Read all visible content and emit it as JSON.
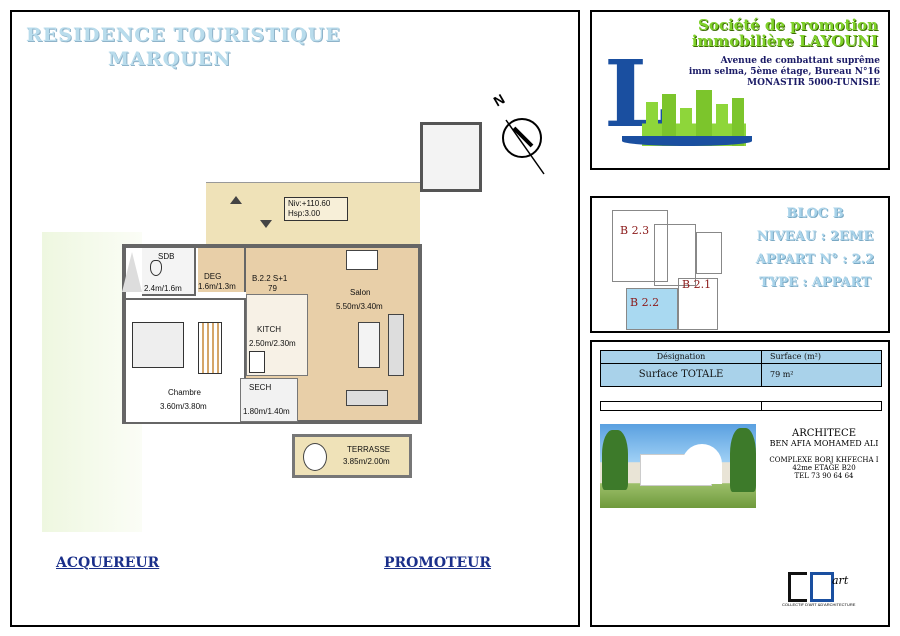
{
  "project": {
    "title_line1": "RESIDENCE TOURISTIQUE",
    "title_line2": "MARQUEN"
  },
  "signatures": {
    "buyer": "ACQUEREUR",
    "promoter": "PROMOTEUR"
  },
  "promoter": {
    "name_line1": "Société de promotion",
    "name_line2": "immobilière LAYOUNI",
    "address": [
      "Avenue de combattant suprême",
      "imm selma, 5ème étage, Bureau N°16",
      "MONASTIR 5000-TUNISIE"
    ],
    "logo_letter": "L"
  },
  "compass": {
    "label": "N"
  },
  "block_info": {
    "bloc": "BLOC B",
    "niveau": "NIVEAU : 2EME",
    "appart": "APPART N° : 2.2",
    "type": "TYPE : APPART",
    "keys": [
      "B 2.3",
      "B 2.2",
      "B 2.1"
    ]
  },
  "plan": {
    "level_label": "Niv:+110.60",
    "height_label": "Hsp:3.00",
    "apt_code": "B.2.2  S+1",
    "apt_area": "79",
    "rooms": [
      {
        "name": "SDB",
        "dim": "2.4m/1.6m"
      },
      {
        "name": "DEG",
        "dim": "1.6m/1.3m"
      },
      {
        "name": "Salon",
        "dim": "5.50m/3.40m"
      },
      {
        "name": "KITCH",
        "dim": "2.50m/2.30m"
      },
      {
        "name": "Chambre",
        "dim": "3.60m/3.80m"
      },
      {
        "name": "SECH",
        "dim": "1.80m/1.40m"
      },
      {
        "name": "TERRASSE",
        "dim": "3.85m/2.00m"
      }
    ]
  },
  "surface_table": {
    "headers": [
      "Désignation",
      "Surface (m²)"
    ],
    "row": {
      "label": "Surface TOTALE",
      "value": "79 m²"
    }
  },
  "architect": {
    "title": "ARCHITECE",
    "name": "BEN AFIA MOHAMED ALI",
    "address_line1": "COMPLEXE  BORJ KHFECHA I",
    "address_line2": "42me ETAGE B20",
    "tel": "TEL 73 90 64 64",
    "logo_text": "art",
    "logo_caption": "COLLECTIF D'ART &D'ARCHITECTURE"
  },
  "colors": {
    "floor": "#e8cfa8",
    "terrace": "#efe2b8",
    "logo_blue": "#1a4fa0",
    "logo_green": "#8ed63a",
    "table_blue": "#a9d2ea"
  }
}
